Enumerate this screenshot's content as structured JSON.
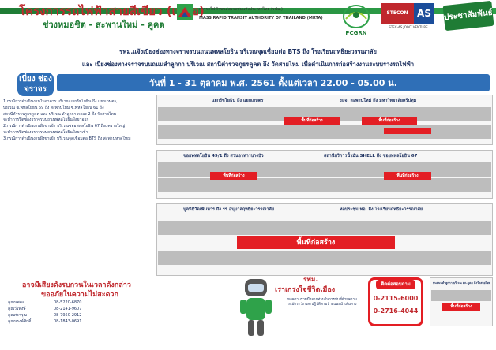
{
  "header": {
    "title": "โครงการรถไฟฟ้าสายสีเขียว (เหนือ)",
    "subtitle": "ช่วงหมอชิต - สะพานใหม่ - คูคต",
    "mrta_th": "การรถไฟฟ้าขนส่งมวลชนแห่งประเทศไทย (รฟม.)",
    "mrta_en": "MASS RAPID TRANSIT AUTHORITY OF THAILAND (MRTA)",
    "pcgrn": "PCGRN",
    "stecon": "STECON",
    "as": "AS",
    "jv": "STEC-AS JOINT VENTURE",
    "badge": "ประชาสัมพันธ์"
  },
  "intro": {
    "line1": "รฟม.แจ้งเบี่ยงช่องทางจราจรบนถนนพหลโยธิน บริเวณจุดเชื่อมต่อ BTS ถึง โรงเรียนฤทธิยะวรรณาลัย",
    "line2": "และ เบี่ยงช่องทางจราจรบนถนนลำลูกกา บริเวณ สถานีตำรวจภูธรคูคต ถึง วัดสายไหม เพื่อดำเนินการก่อสร้างงานระบบรางรถไฟฟ้า"
  },
  "detour_label": "เบี่ยง ช่องจราจร",
  "date_range": "วันที่ 1 - 31 ตุลาคม พ.ศ. 2561 ตั้งแต่เวลา 22.00 - 05.00 น.",
  "left_text": [
    "1.กรณีการดำเนินงานในอาคาร บริเวณแยกรัชโยธิน ถึง แยกเกษตร,",
    "บริเวณ ซ.พหลโยธิน 69 ถึง สะพานใหม่ ซ.พหลโยธิน 61 ถึง",
    "สถานีตำรวจภูธรคูคต และ บริเวณ ลำลูกกา คลอง 2 ถึง วัดสายไหม",
    "จะทำการปิดช่องจราจรบนถนนพหลโยธินฝั่งขาออก",
    "2.กรณีการดำเนินงานฝั่งขาเข้า บริเวณซอยพหลโยธิน 67 ถึงแครายใหญ่",
    "จะทำการปิดช่องจราจรบนถนนพหลโยธินฝั่งขาเข้า",
    "3.กรณีการดำเนินงานฝั่งขาเข้า บริเวณจุดเชื่อมต่อ BTS ถึง สะพานหาดใหญ่"
  ],
  "warn": {
    "line1": "อาจมีเสียงดังรบกวนในเวลาดังกล่าว",
    "line2": "ขออภัยในความไม่สะดวก"
  },
  "contacts": [
    {
      "name": "คุณนพดล",
      "phone": "08-5220-6870"
    },
    {
      "name": "คุณวีรพงษ์",
      "phone": "08-2141-9607"
    },
    {
      "name": "คุณศราวุฒ",
      "phone": "08-7950-2912"
    },
    {
      "name": "คุณนรงค์ศักดิ์",
      "phone": "08-1843-0691"
    }
  ],
  "panels": {
    "p1_left": "แยกรัชโยธิน ถึง แยกเกษตร",
    "p1_right": "รถจ. สะพานใหม่ ถึง มหาวิทยาลัยศรีปทุม",
    "p2_left": "ซอยพหลโยธิน 49/1 ถึง สวนอาหารบางบัว",
    "p2_right": "สถานีบริการน้ำมัน SHELL ถึง ซอยพหลโยธิน 67",
    "p3_left": "มูลนิธิวัดเฟ้นหาร ถึง รร.อนุบาลฤทธิยะวรรณาลัย",
    "p3_right": "หอประชุม ทอ. ถึง โรงเรียนฤทธิยะวรรณาลัย",
    "p4": "บนถนนลำลูกกา บริเวณ สถ.คูคต ถึงวัดสายไหม",
    "work_area": "พื้นที่ก่อสร้าง",
    "big_work_area": "พื้นที่ก่อสร้าง"
  },
  "kind": {
    "line1": "รฟม.",
    "line2": "เราเกรงใจชีวิตเมือง",
    "note": "ขอความร่วมมือจากท่านในการขับขี่ด้วยความระมัดระวัง และปฏิบัติตามป้ายแนะนำเส้นทาง"
  },
  "hotline": {
    "title": "ติดต่อสอบถาม",
    "n1": "0-2115-6000",
    "n2": "0-2716-4044"
  },
  "colors": {
    "green": "#1f7c35",
    "red": "#e31e24",
    "blue": "#2f6fb7",
    "navy": "#1b2f5e"
  }
}
